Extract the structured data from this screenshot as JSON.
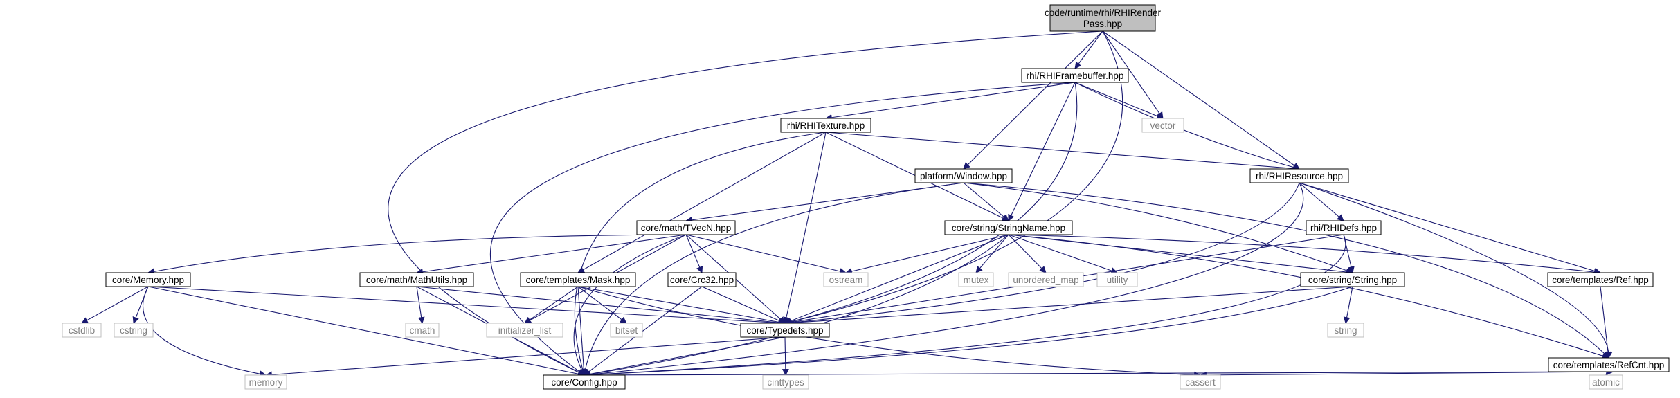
{
  "graph": {
    "edge_color": "#191970",
    "root_fill": "#bfbfbf",
    "external_border": "#bfbfbf",
    "external_text": "#808080",
    "nodes": [
      {
        "id": "root",
        "label": "code/runtime/rhi/RHIRender\nPass.hpp",
        "kind": "root"
      },
      {
        "id": "rhifb",
        "label": "rhi/RHIFramebuffer.hpp",
        "kind": "file"
      },
      {
        "id": "vector",
        "label": "vector",
        "kind": "external"
      },
      {
        "id": "rhitex",
        "label": "rhi/RHITexture.hpp",
        "kind": "file"
      },
      {
        "id": "window",
        "label": "platform/Window.hpp",
        "kind": "file"
      },
      {
        "id": "rhires",
        "label": "rhi/RHIResource.hpp",
        "kind": "file"
      },
      {
        "id": "tvecn",
        "label": "core/math/TVecN.hpp",
        "kind": "file"
      },
      {
        "id": "strname",
        "label": "core/string/StringName.hpp",
        "kind": "file"
      },
      {
        "id": "rhidefs",
        "label": "rhi/RHIDefs.hpp",
        "kind": "file"
      },
      {
        "id": "memory_h",
        "label": "core/Memory.hpp",
        "kind": "file"
      },
      {
        "id": "mathutils",
        "label": "core/math/MathUtils.hpp",
        "kind": "file"
      },
      {
        "id": "mask",
        "label": "core/templates/Mask.hpp",
        "kind": "file"
      },
      {
        "id": "crc32",
        "label": "core/Crc32.hpp",
        "kind": "file"
      },
      {
        "id": "ostream",
        "label": "ostream",
        "kind": "external"
      },
      {
        "id": "mutex",
        "label": "mutex",
        "kind": "external"
      },
      {
        "id": "umap",
        "label": "unordered_map",
        "kind": "external"
      },
      {
        "id": "utility",
        "label": "utility",
        "kind": "external"
      },
      {
        "id": "string_h",
        "label": "core/string/String.hpp",
        "kind": "file"
      },
      {
        "id": "ref",
        "label": "core/templates/Ref.hpp",
        "kind": "file"
      },
      {
        "id": "cstdlib",
        "label": "cstdlib",
        "kind": "external"
      },
      {
        "id": "cstring",
        "label": "cstring",
        "kind": "external"
      },
      {
        "id": "cmath",
        "label": "cmath",
        "kind": "external"
      },
      {
        "id": "initlist",
        "label": "initializer_list",
        "kind": "external"
      },
      {
        "id": "bitset",
        "label": "bitset",
        "kind": "external"
      },
      {
        "id": "typedefs",
        "label": "core/Typedefs.hpp",
        "kind": "file"
      },
      {
        "id": "string_std",
        "label": "string",
        "kind": "external"
      },
      {
        "id": "refcnt",
        "label": "core/templates/RefCnt.hpp",
        "kind": "file"
      },
      {
        "id": "memory_std",
        "label": "memory",
        "kind": "external"
      },
      {
        "id": "config",
        "label": "core/Config.hpp",
        "kind": "file"
      },
      {
        "id": "cinttypes",
        "label": "cinttypes",
        "kind": "external"
      },
      {
        "id": "cassert",
        "label": "cassert",
        "kind": "external"
      },
      {
        "id": "atomic",
        "label": "atomic",
        "kind": "external"
      }
    ],
    "edges": [
      [
        "root",
        "rhifb"
      ],
      [
        "root",
        "vector"
      ],
      [
        "root",
        "window"
      ],
      [
        "root",
        "rhires"
      ],
      [
        "root",
        "typedefs"
      ],
      [
        "root",
        "config"
      ],
      [
        "rhifb",
        "rhitex"
      ],
      [
        "rhifb",
        "vector"
      ],
      [
        "rhifb",
        "rhires"
      ],
      [
        "rhifb",
        "strname"
      ],
      [
        "rhifb",
        "typedefs"
      ],
      [
        "rhifb",
        "config"
      ],
      [
        "rhitex",
        "rhires"
      ],
      [
        "rhitex",
        "mask"
      ],
      [
        "rhitex",
        "strname"
      ],
      [
        "rhitex",
        "typedefs"
      ],
      [
        "rhitex",
        "config"
      ],
      [
        "window",
        "tvecn"
      ],
      [
        "window",
        "strname"
      ],
      [
        "window",
        "string_h"
      ],
      [
        "window",
        "refcnt"
      ],
      [
        "window",
        "config"
      ],
      [
        "rhires",
        "rhidefs"
      ],
      [
        "rhires",
        "ref"
      ],
      [
        "rhires",
        "refcnt"
      ],
      [
        "rhires",
        "typedefs"
      ],
      [
        "rhires",
        "config"
      ],
      [
        "tvecn",
        "memory_h"
      ],
      [
        "tvecn",
        "mathutils"
      ],
      [
        "tvecn",
        "crc32"
      ],
      [
        "tvecn",
        "ostream"
      ],
      [
        "tvecn",
        "initlist"
      ],
      [
        "tvecn",
        "typedefs"
      ],
      [
        "tvecn",
        "config"
      ],
      [
        "strname",
        "ostream"
      ],
      [
        "strname",
        "mutex"
      ],
      [
        "strname",
        "umap"
      ],
      [
        "strname",
        "utility"
      ],
      [
        "strname",
        "string_h"
      ],
      [
        "strname",
        "ref"
      ],
      [
        "strname",
        "refcnt"
      ],
      [
        "strname",
        "typedefs"
      ],
      [
        "strname",
        "config"
      ],
      [
        "rhidefs",
        "string_h"
      ],
      [
        "rhidefs",
        "typedefs"
      ],
      [
        "rhidefs",
        "config"
      ],
      [
        "memory_h",
        "cstdlib"
      ],
      [
        "memory_h",
        "cstring"
      ],
      [
        "memory_h",
        "memory_std"
      ],
      [
        "memory_h",
        "typedefs"
      ],
      [
        "memory_h",
        "config"
      ],
      [
        "mathutils",
        "cmath"
      ],
      [
        "mathutils",
        "typedefs"
      ],
      [
        "mathutils",
        "config"
      ],
      [
        "mask",
        "initlist"
      ],
      [
        "mask",
        "bitset"
      ],
      [
        "mask",
        "typedefs"
      ],
      [
        "mask",
        "cassert"
      ],
      [
        "mask",
        "config"
      ],
      [
        "crc32",
        "typedefs"
      ],
      [
        "crc32",
        "config"
      ],
      [
        "string_h",
        "string_std"
      ],
      [
        "string_h",
        "typedefs"
      ],
      [
        "string_h",
        "config"
      ],
      [
        "ref",
        "refcnt"
      ],
      [
        "refcnt",
        "atomic"
      ],
      [
        "refcnt",
        "cassert"
      ],
      [
        "refcnt",
        "config"
      ],
      [
        "typedefs",
        "memory_std"
      ],
      [
        "typedefs",
        "cinttypes"
      ],
      [
        "typedefs",
        "config"
      ]
    ]
  }
}
